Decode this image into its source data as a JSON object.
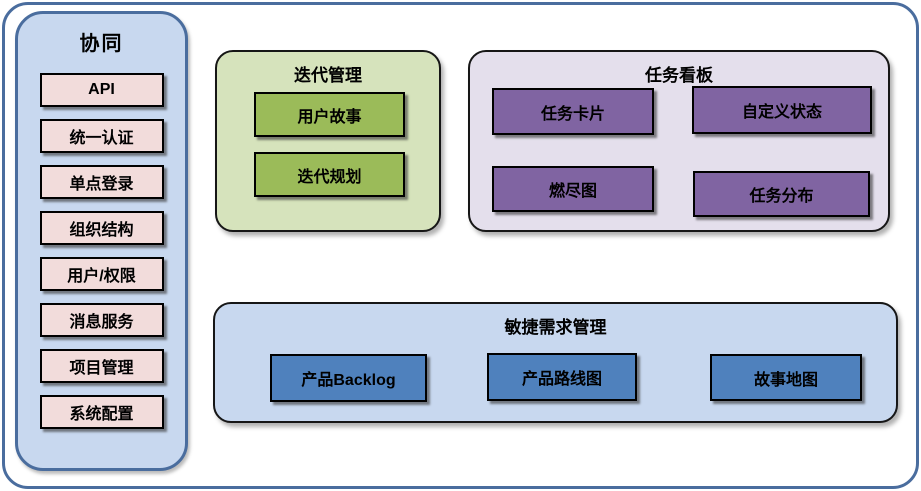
{
  "colors": {
    "frame_border": "#4a6d9e",
    "sidebar_fill": "#c8d8ef",
    "sidebar_border": "#4a6d9e",
    "sidebar_item_fill": "#f2dcdb",
    "iteration_panel_fill": "#d6e3bc",
    "iteration_item_fill": "#9bbb59",
    "taskboard_panel_fill": "#e4dfec",
    "taskboard_item_fill": "#8064a2",
    "requirements_panel_fill": "#c8d8ef",
    "requirements_item_fill": "#4f81bd",
    "box_border": "#000000",
    "text": "#000000"
  },
  "sidebar": {
    "title": "协同",
    "items": [
      "API",
      "统一认证",
      "单点登录",
      "组织结构",
      "用户/权限",
      "消息服务",
      "项目管理",
      "系统配置"
    ]
  },
  "iteration_panel": {
    "title": "迭代管理",
    "items": [
      "用户故事",
      "迭代规划"
    ]
  },
  "taskboard_panel": {
    "title": "任务看板",
    "items": [
      "任务卡片",
      "自定义状态",
      "燃尽图",
      "任务分布"
    ]
  },
  "requirements_panel": {
    "title": "敏捷需求管理",
    "items": [
      "产品Backlog",
      "产品路线图",
      "故事地图"
    ]
  }
}
